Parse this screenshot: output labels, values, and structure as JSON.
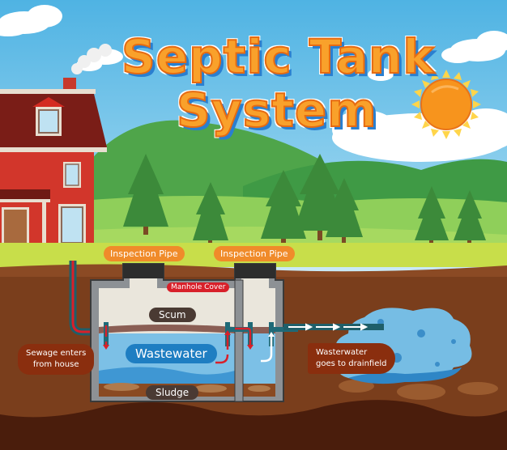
{
  "title": {
    "line1": "Septic Tank",
    "line2": "System"
  },
  "labels": {
    "inspection_pipe_left": "Inspection Pipe",
    "inspection_pipe_right": "Inspection Pipe",
    "manhole_cover": "Manhole Cover",
    "scum": "Scum",
    "wastewater": "Wastewater",
    "sludge": "Sludge",
    "sewage_enters": "Sewage enters\nfrom house",
    "drainfield": "Wasterwater\ngoes to drainfield"
  },
  "colors": {
    "sky": "#4fb3e3",
    "grass": "#c8de4a",
    "soil": "#7a3e1c",
    "deep_soil": "#4a1d0c",
    "water": "#7cc0e6",
    "title_fill": "#f9a12b",
    "title_shadow": "#2a7fd0",
    "flow_arrow_red": "#d8202a",
    "house_brick": "#d2362b",
    "sun": "#f7941d"
  }
}
